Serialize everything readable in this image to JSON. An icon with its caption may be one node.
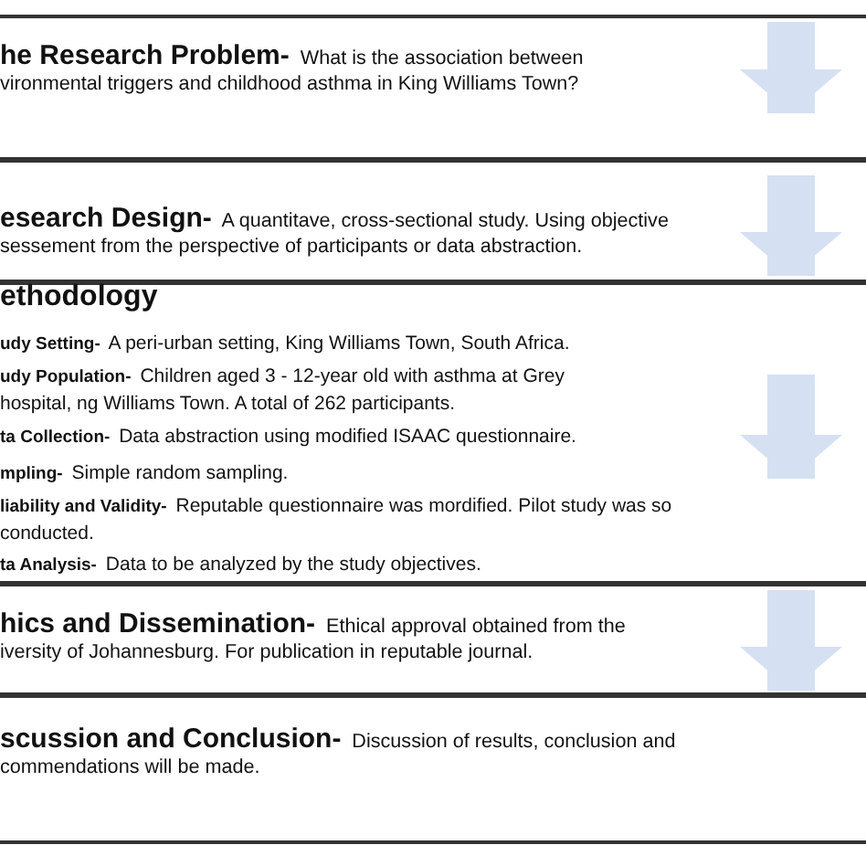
{
  "diagram": {
    "nodes": [
      {
        "text": [
          "**he Research Problem-** What is the association between vironmental triggers and childhood asthma in King Williams Town?"
        ]
      },
      {
        "text": [
          "**esearch Design-** A quantitave, cross-sectional study. Using objective sessement from the perspective of participants or data abstraction."
        ]
      },
      {
        "text": [
          "ethodology",
          "**udy Setting-** A peri-urban setting, King Williams Town, South Africa.",
          "**udy Population-** Children aged 3 - 12-year old with asthma at Grey hospital, ng Williams Town. A total of 262 participants.",
          "**ta Collection-** Data abstraction using modified ISAAC questionnaire.",
          "**mpling-** Simple random sampling.",
          "**liability and Validity-** Reputable questionnaire was mordified. Pilot study was so conducted.",
          "**ta Analysis-** Data to be analyzed by the study objectives."
        ]
      },
      {
        "text": [
          "**hics and Dissemination-** Ethical approval obtained from the iversity of Johannesburg. For publication in reputable journal."
        ]
      },
      {
        "text": [
          "**scussion and Conclusion-** Discussion of results, conclusion and commendations will be made."
        ]
      }
    ],
    "edges": [
      {
        "from": 0,
        "to": 1,
        "arrow": "to"
      },
      {
        "from": 1,
        "to": 2,
        "arrow": "to"
      },
      {
        "from": 2,
        "to": 3,
        "arrow": "to"
      },
      {
        "from": 3,
        "to": 4,
        "arrow": "to"
      }
    ]
  }
}
